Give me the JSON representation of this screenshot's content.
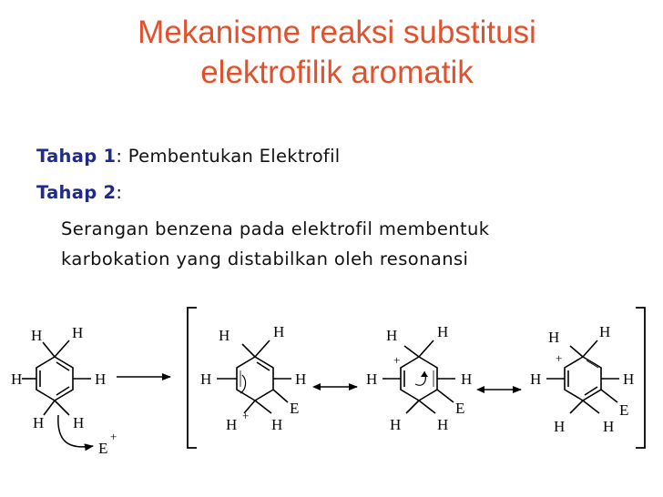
{
  "title": {
    "line1": "Mekanisme reaksi substitusi",
    "line2": "elektrofilik aromatik"
  },
  "bullets": [
    {
      "label": "Tahap 1",
      "separator": ":",
      "text": " Pembentukan Elektrofil"
    },
    {
      "label": "Tahap 2",
      "separator": ":",
      "text": ""
    }
  ],
  "description": {
    "line1": "Serangan benzena pada elektrofil membentuk",
    "line2": "karbokation yang distabilkan oleh resonansi"
  },
  "scheme": {
    "atoms": {
      "hydrogen": "H",
      "electrophile": "E",
      "electrophile_plus": "+",
      "cation_charge": "+"
    }
  },
  "colors": {
    "title": "#e2512c",
    "step_label": "#1f2a8a",
    "text": "#111111"
  }
}
